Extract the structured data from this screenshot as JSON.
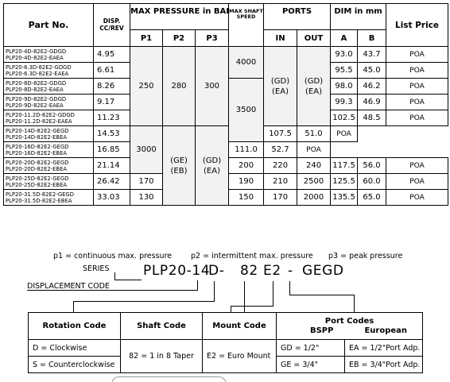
{
  "headers": {
    "part_no": "Part No.",
    "disp": "DISP. CC/REV",
    "max_pressure": "MAX PRESSURE in BAR",
    "max_shaft": "MAX SHAFT SPEED",
    "ports": "PORTS",
    "dim": "DIM in mm",
    "price": "List Price",
    "p1": "P1",
    "p2": "P2",
    "p3": "P3",
    "in": "IN",
    "out": "OUT",
    "a": "A",
    "b": "B"
  },
  "rows": [
    {
      "parts": [
        "PLP20-4D-82E2-GDGD",
        "PLP20-4D-82E2-EAEA"
      ],
      "disp": "4.95",
      "a": "93.0",
      "b": "43.7",
      "price": "POA"
    },
    {
      "parts": [
        "PLP20-6.3D-82E2-GDGD",
        "PLP20-6.3D-82E2-EAEA"
      ],
      "disp": "6.61",
      "a": "95.5",
      "b": "45.0",
      "price": "POA"
    },
    {
      "parts": [
        "PLP20-8D-82E2-GDGD",
        "PLP20-8D-82E2-EAEA"
      ],
      "disp": "8.26",
      "a": "98.0",
      "b": "46.2",
      "price": "POA"
    },
    {
      "parts": [
        "PLP20-9D-82E2-GDGD",
        "PLP20-9D-82E2-EAEA"
      ],
      "disp": "9.17",
      "a": "99.3",
      "b": "46.9",
      "price": "POA"
    },
    {
      "parts": [
        "PLP20-11.2D-82E2-GDGD",
        "PLP20-11.2D-82E2-EAEA"
      ],
      "disp": "11.23",
      "a": "102.5",
      "b": "48.5",
      "price": "POA"
    },
    {
      "parts": [
        "PLP20-14D-82E2-GEGD",
        "PLP20-14D-82E2-EBEA"
      ],
      "disp": "14.53",
      "a": "107.5",
      "b": "51.0",
      "price": "POA"
    },
    {
      "parts": [
        "PLP20-16D-82E2-GEGD",
        "PLP20-16D-82E2-EBEA"
      ],
      "disp": "16.85",
      "a": "111.0",
      "b": "52.7",
      "price": "POA"
    },
    {
      "parts": [
        "PLP20-20D-82E2-GEGD",
        "PLP20-20D-82E2-EBEA"
      ],
      "disp": "21.14",
      "a": "117.5",
      "b": "56.0",
      "price": "POA"
    },
    {
      "parts": [
        "PLP20-25D-82E2-GEGD",
        "PLP20-25D-82E2-EBEA"
      ],
      "disp": "26.42",
      "a": "125.5",
      "b": "60.0",
      "price": "POA"
    },
    {
      "parts": [
        "PLP20-31.5D-82E2-GEGD",
        "PLP20-31.5D-82E2-EBEA"
      ],
      "disp": "33.03",
      "a": "135.5",
      "b": "65.0",
      "price": "POA"
    }
  ],
  "pressure_groups": [
    {
      "p1": "250",
      "p2": "280",
      "p3": "300"
    },
    {
      "p1": "200",
      "p2": "220",
      "p3": "240"
    },
    {
      "p1": "170",
      "p2": "190",
      "p3": "210"
    },
    {
      "p1": "130",
      "p2": "150",
      "p3": "170"
    }
  ],
  "speeds": [
    "4000",
    "3500",
    "3000",
    "2500",
    "2000"
  ],
  "ports_groups": [
    {
      "in_1": "(GD)",
      "in_2": "(EA)",
      "out_1": "(GD)",
      "out_2": "(EA)"
    },
    {
      "in_1": "(GE)",
      "in_2": "(EB)",
      "out_1": "(GD)",
      "out_2": "(EA)"
    }
  ],
  "legend": {
    "p1": "p1 = continuous max. pressure",
    "p2": "p2 = intermittent max. pressure",
    "p3": "p3 = peak pressure"
  },
  "ordering": {
    "series_label": "SERIES",
    "displacement_label": "DISPLACEMENT CODE",
    "series": "PLP20-14",
    "rotation": "D-",
    "shaft": "82",
    "mount": "E2",
    "dash": "-",
    "ports": "GEGD"
  },
  "codes": {
    "headers": {
      "rotation": "Rotation Code",
      "shaft": "Shaft Code",
      "mount": "Mount Code",
      "ports": "Port Codes",
      "bspp": "BSPP",
      "european": "European"
    },
    "rotation_1": "D = Clockwise",
    "rotation_2": "S = Counterclockwise",
    "shaft": "82 = 1 in 8 Taper",
    "mount": "E2 = Euro Mount",
    "bspp_1": "GD = 1/2\"",
    "bspp_2": "GE = 3/4\"",
    "euro_1": "EA = 1/2\"Port Adp.",
    "euro_2": "EB = 3/4\"Port Adp."
  }
}
